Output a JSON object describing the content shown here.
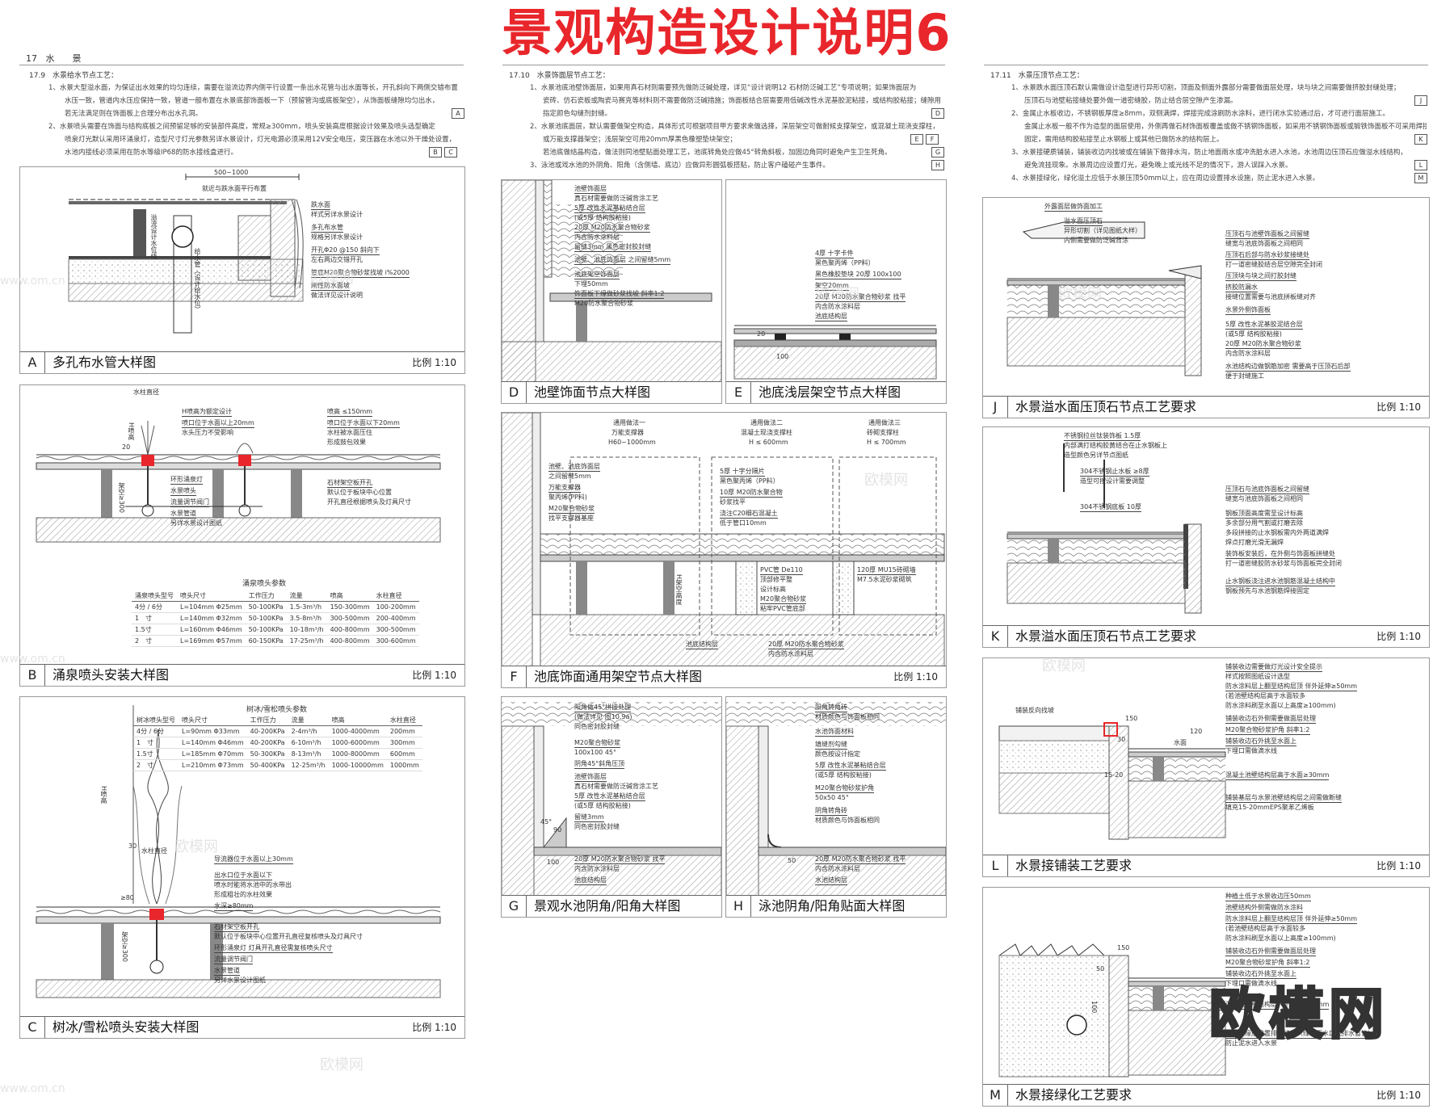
{
  "title": "景观构造设计说明6",
  "column1": {
    "section_no": "17",
    "section_name": "水　　景",
    "subsection": "17.9　水景给水节点工艺：",
    "notes": [
      "1、水景大型溢水面，为保证出水效果的均匀连续，需要在溢流边界内侧平行设置一条出水花管与出水面等长，开孔斜向下两侧交错布置",
      "水压一致，管道内水压应保持一致，管道一般布置在水景底部饰面板一下（预留管沟或底板架空），从饰面板缝隙均匀出水，",
      "若无法满足则在饰面板上合理分布出水孔洞。",
      "2、水景喷头需要在饰面与结构底板之间预留足够的安装部件高度，常规≥300mm，喷头安装高度根据设计效果及喷头选型确定",
      "喷泉灯光默认采用环涌泉灯，造型尺寸灯光参数另详水景设计，灯光电源必须采用12V安全电压，变压器在水池以外干燥处设置，",
      "水池内接线必须采用在防水等级IP68的防水接线盒进行。"
    ],
    "refs": [
      "A",
      "B",
      "C"
    ]
  },
  "column2": {
    "subsection": "17.10　水景饰面层节点工艺：",
    "notes": [
      "1、水景池底池壁饰面层，如果用真石材则需要预先做防泛碱处理，详见“设计说明12 石材防泛碱工艺”专项说明；如果饰面层为",
      "瓷砖、仿石瓷板或陶瓷马赛克等材料则不需要做防泛碱措施；饰面板结合层需要用低碱改性水泥基胶泥粘接，或结构胶粘接；缝隙用",
      "指定颜色勾缝剂封缝。",
      "2、水景池底面层，默认需要做架空构造，具体形式可根据项目甲方要求来做选择，深层架空可做耐候支撑架空，或混凝土现浇支撑柱，",
      "或万能支撑器架空；浅层架空可用20mm厚黑色橡塑垫块架空；",
      "若池底做结晶构造，做法则同池壁贴面处理工艺，池底转角处应做45°转角斜板，加固边角同时避免产生卫生死角。",
      "3、泳池或戏水池的外阴角、阳角（含侧墙、底边）应做异形圆弧板搭贴，防止客户磕碰产生事件。"
    ],
    "refs": [
      "D",
      "E",
      "F",
      "G",
      "H"
    ]
  },
  "column3": {
    "subsection": "17.11　水景压顶节点工艺：",
    "notes": [
      "1、水景跌水面压顶石默认需做设计造型进行异形切割，顶面及侧面外露部分需要做面层处理，块与块之间需要做挤胶封缝处理；",
      "压顶石与池壁粘接缝处要外做一道密缝胶，防止结合层空隙产生渗漏。",
      "2、金属止水板收边，不锈钢板厚度≥8mm，双侧满焊，焊接完成涂刷防水涂料，进行闭水实验通过后，才可进行面层施工。",
      "金属止水板一般不作为造型的面层使用，外侧再做石材饰面板覆盖或做不锈钢饰面板，如采用不锈钢饰面板或锻铁饰面板不可采用焊接的方式进行",
      "固定，需用结构胶粘接至止水钢板上或其他已做防水的结构层上。",
      "3、水景接硬质铺装，铺装收边内找坡或在铺装下做排水沟，防止地面雨水或冲洗脏水进入水池，水池周边压顶石应做溢水线结构，",
      "避免流挂现象。水景周边应设置灯光，避免晚上或光线不足的情况下，游人误踩入水景。",
      "4、水景接绿化，绿化溢土应低于水景压顶50mm以上，应在周边设置排水设施，防止泥水进入水景。"
    ],
    "refs": [
      "J",
      "K",
      "L",
      "M"
    ]
  },
  "panels": {
    "A": {
      "letter": "A",
      "name": "多孔布水管大样图",
      "scale": "比例 1:10",
      "labels": [
        "500~1000",
        "就近与跌水面平行布置",
        "跌水面",
        "样式另详水景设计",
        "多孔布水管",
        "规格另详水景设计",
        "开孔Φ20 @150 斜向下",
        "左右两边交错开孔",
        "管底M20聚合物砂浆找坡 i%2000",
        "刚性防水面坡",
        "做法详见设计说明",
        "溢流设计水位线",
        "给水管（设计给水位）"
      ]
    },
    "B": {
      "letter": "B",
      "name": "涌泉喷头安装大样图",
      "scale": "比例 1:10",
      "labels": [
        "水柱直径",
        "H喷高为额定设计",
        "喷口位于水面以上20mm",
        "水头压力不受影响",
        "喷高 ≤150mm",
        "喷口位于水面以下20mm",
        "水柱被水面压住",
        "形成鼓包效果",
        "环形涌泉灯",
        "水景喷头",
        "流量调节阀门",
        "水景管道",
        "另详水景设计图纸",
        "石材架空板开孔",
        "默认位于板块中心位置",
        "开孔直径根据喷头及灯具尺寸",
        "H喷高",
        "20",
        "架空≥300"
      ],
      "table_title": "涌泉喷头参数",
      "table_head": [
        "涌泉喷头型号",
        "喷头尺寸",
        "工作压力",
        "流量",
        "喷高",
        "水柱直径"
      ],
      "table_rows": [
        [
          "4分 / 6分",
          "L=104mm Φ25mm",
          "50-100KPa",
          "1.5-3m³/h",
          "150-300mm",
          "100-200mm"
        ],
        [
          "1　寸",
          "L=140mm Φ32mm",
          "50-100KPa",
          "3.5-8m³/h",
          "300-500mm",
          "200-400mm"
        ],
        [
          "1.5寸",
          "L=160mm Φ46mm",
          "50-100KPa",
          "10-18m³/h",
          "400-800mm",
          "300-500mm"
        ],
        [
          "2　寸",
          "L=169mm Φ57mm",
          "60-150KPa",
          "17-25m³/h",
          "400-800mm",
          "300-600mm"
        ]
      ]
    },
    "C": {
      "letter": "C",
      "name": "树冰/雪松喷头安装大样图",
      "scale": "比例 1:10",
      "labels": [
        "H喷高",
        "水柱直径",
        "导流器位于水面以上30mm",
        "出水口位于水面以下",
        "喷水时能将水池中的水带出",
        "形成粗壮的水柱效果",
        "水深≥80mm",
        "石材架空板开孔",
        "默认位于板块中心位置开孔直径复核喷头及灯具尺寸",
        "环形涌泉灯 灯具开孔直径需复核喷头尺寸",
        "流量调节阀门",
        "水景管道",
        "另详水景设计图纸",
        "≥80",
        "架空≥300",
        "30"
      ],
      "table_title": "树冰/雪松喷头参数",
      "table_head": [
        "树冰喷头型号",
        "喷头尺寸",
        "工作压力",
        "流量",
        "喷高",
        "水柱直径"
      ],
      "table_rows": [
        [
          "4分 / 6分",
          "L=90mm Φ33mm",
          "40-200KPa",
          "2-4m³/h",
          "1000-4000mm",
          "200mm"
        ],
        [
          "1　寸",
          "L=140mm Φ46mm",
          "40-200KPa",
          "6-10m³/h",
          "1000-6000mm",
          "300mm"
        ],
        [
          "1.5寸",
          "L=185mm Φ70mm",
          "50-300KPa",
          "8-13m³/h",
          "1000-8000mm",
          "600mm"
        ],
        [
          "2　寸",
          "L=210mm Φ73mm",
          "50-400KPa",
          "12-25m³/h",
          "1000-10000mm",
          "1000mm"
        ]
      ]
    },
    "D": {
      "letter": "D",
      "name": "池壁饰面节点大样图",
      "scale": "",
      "labels": [
        "池壁饰面层",
        "真石材需要做防泛碱背涂工艺",
        "5厚 改性水泥基粘结合层",
        "(或5厚 结构胶粘接)",
        "20厚 M20防水聚合物砂浆",
        "内含防水涂料层",
        "留缝3mm 黑色密封胶封缝",
        "池壁、池底饰面层 之间留缝5mm",
        "池底架空饰面层",
        "下埋50mm",
        "饰面板下缘做砂浆找坡 斜率1:2",
        "M20防水聚合物砂浆"
      ]
    },
    "E": {
      "letter": "E",
      "name": "池底浅层架空节点大样图",
      "scale": "",
      "labels": [
        "4厚 十字卡件",
        "黑色聚丙烯（PP料）",
        "黑色橡胶垫块 20厚 100x100",
        "架空20mm",
        "20厚 M20防水聚合物砂浆 找平",
        "内含防水涂料层",
        "池底结构层",
        "20",
        "100"
      ]
    },
    "F": {
      "letter": "F",
      "name": "池底饰面通用架空节点大样图",
      "scale": "比例 1:10",
      "labels": [
        "通用做法一",
        "万能支撑器",
        "H60~1000mm",
        "通用做法二",
        "混凝土现浇支撑柱",
        "H ≤ 600mm",
        "通用做法三",
        "砖砌支撑柱",
        "H ≤ 700mm",
        "池壁、池底饰面层",
        "之间留缝5mm",
        "万能支撑器",
        "聚丙烯(PP料)",
        "M20聚合物砂浆",
        "找平支撑器基座",
        "5厚 十字分隔片",
        "黑色聚丙烯（PP料）",
        "10厚 M20防水聚合物",
        "砂浆找平",
        "浇注C20细石混凝土",
        "低于管口10mm",
        "PVC管 De110",
        "顶部修平整",
        "设计标高",
        "M20聚合物砂浆",
        "粘牢PVC管底部",
        "120厚 MU15砖砌墙",
        "M7.5水泥砂浆砌筑",
        "池底结构层",
        "20厚 M20防水聚合物砂浆",
        "内含防水涂料层",
        "H架空高度"
      ]
    },
    "G": {
      "letter": "G",
      "name": "景观水池阴角/阳角大样图",
      "scale": "",
      "labels": [
        "阳角做45°拼接处理",
        "(做法详见 图10.9a)",
        "同色密封胶封缝",
        "M20聚合物砂浆",
        "100x100 45°",
        "阴角45°斜角压顶",
        "池壁饰面层",
        "真石材需要做防泛碱背涂工艺",
        "5厚 改性水泥基粘结合层",
        "(或5厚 结构胶粘接)",
        "留缝3mm",
        "同色密封胶封缝",
        "20厚 M20防水聚合物砂浆 找平",
        "内含防水涂料层",
        "池底结构层",
        "45°",
        "100",
        "90"
      ]
    },
    "H": {
      "letter": "H",
      "name": "泳池阴角/阳角贴面大样图",
      "scale": "",
      "labels": [
        "阳角转角砖",
        "材质颜色与饰面板相同",
        "水池饰面材料",
        "填缝剂勾缝",
        "颜色按设计指定",
        "5厚 改性水泥基粘结合层",
        "(或5厚 结构胶粘接)",
        "M20聚合物砂浆护角",
        "50x50 45°",
        "阴角转角砖",
        "材质颜色与饰面板相同",
        "20厚 M20防水聚合物砂浆 找平",
        "内含防水涂料层",
        "水池结构层",
        "50"
      ]
    },
    "J": {
      "letter": "J",
      "name": "水景溢水面压顶石节点工艺要求",
      "scale": "比例 1:10",
      "labels": [
        "外露面层做饰面加工",
        "溢水面压顶石",
        "异形切割（详见图纸大样）",
        "内侧需要做防泛碱背涂",
        "压顶石与池壁饰面板之间留缝",
        "缝宽与池底饰面板之间相同",
        "压顶石后部与防水砂浆接缝处",
        "打一道密缝胶结合层空隙完全封闭",
        "压顶块与块之间打胶封缝",
        "挤胶防漏水",
        "接缝位置需要与池底拼板缝对齐",
        "水景外侧饰面板",
        "5厚 改性水泥基胶泥结合层",
        "(或5厚 结构胶粘接)",
        "20厚 M20防水聚合物砂浆",
        "内含防水涂料层",
        "水池结构边做钢筋加密 需要高于压顶石后部",
        "便于封缝施工"
      ]
    },
    "K": {
      "letter": "K",
      "name": "水景溢水面压顶石节点工艺要求",
      "scale": "比例 1:10",
      "labels": [
        "不锈钢拉丝钛装饰板 1.5厚",
        "内部满打结构胶黄结合在止水钢板上",
        "造型颜色另详节点图纸",
        "304不锈钢止水板 ≥8厚",
        "造型可按设计需要调整",
        "304不锈钢底板 10厚",
        "压顶石与池底饰面板之间留缝",
        "缝宽与池底饰面板之间相同",
        "钢板顶面高度需至设计标高",
        "多余部分用气割或打磨去除",
        "多段拼接的止水钢板需内外两道满焊",
        "焊点打磨光滑无漏焊",
        "装饰板安装后，在外侧与饰面板拼缝处",
        "打一道密缝胶防水砂浆与饰面板完全封闭",
        "止水钢板浇注进水池钢筋混凝土结构中",
        "钢板预先与水池钢筋焊接固定"
      ]
    },
    "L": {
      "letter": "L",
      "name": "水景接铺装工艺要求",
      "scale": "比例 1:10",
      "labels": [
        "铺装收边需要做灯光设计安全提示",
        "样式按照图纸设计选型",
        "防水涂料层上翻至结构层顶 伴外延伸≥50mm",
        "(若池壁结构层高于水面较多",
        "防水涂料刷至水面以上高度≥100mm)",
        "铺装收边石外侧需要做面层处理",
        "M20聚合物砂浆护角 斜率1:2",
        "铺装收边石外挑至水面上",
        "下埋口需做滴水线",
        "混凝土池壁结构层高于水面≥30mm",
        "铺装基层与水景池壁结构层之间需做断缝",
        "填充15-20mmEPS聚苯乙烯板",
        "铺装反向找坡",
        "水面",
        "150",
        "120",
        "30",
        "15-20"
      ]
    },
    "M": {
      "letter": "M",
      "name": "水景接绿化工艺要求",
      "scale": "比例 1:10",
      "labels": [
        "种植土低于水景收边压50mm",
        "池壁结构外侧需做防水涂料",
        "防水涂料层上翻至结构层顶 伴外延伸≥50mm",
        "(若池壁结构层高于水面较多",
        "防水涂料刷至水面以上高度≥100mm)",
        "铺装收边石外侧需要做面层处理",
        "M20聚合物砂浆护角 斜率1:2",
        "铺装收边石外挑至水面上",
        "下埋口需做滴水线",
        "混凝土池壁结构层高于水面≥30mm",
        "绿化边缘应设置排水结构（绿化雨水口或排水盲管）",
        "防止泥水进入水景",
        "150",
        "100",
        "50"
      ]
    }
  },
  "watermark": {
    "small": "欧模网",
    "url": "www.om.cn",
    "big": "欧模网"
  },
  "colors": {
    "title": "#e8262b",
    "line": "#333333",
    "hatch": "#8a8a8a",
    "water": "#4a4a4a"
  }
}
